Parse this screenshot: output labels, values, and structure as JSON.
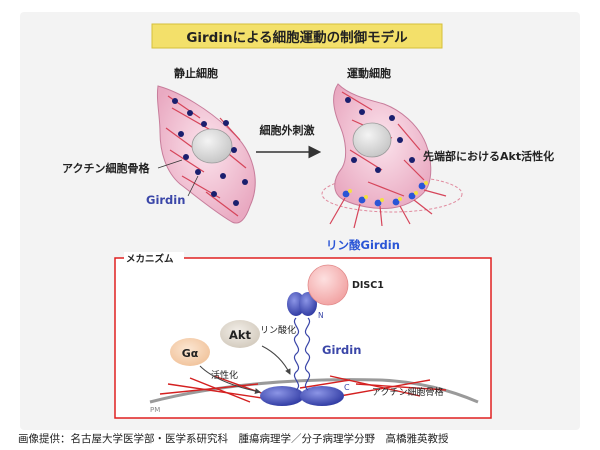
{
  "title": "Girdinによる細胞運動の制御モデル",
  "resting_cell": {
    "heading": "静止細胞",
    "actin_label": "アクチン細胞骨格",
    "girdin_label": "Girdin"
  },
  "stimulus_label": "細胞外刺激",
  "motile_cell": {
    "heading": "運動細胞",
    "akt_label": "先端部におけるAkt活性化",
    "phospho_label": "リン酸Girdin"
  },
  "mechanism": {
    "box_label": "メカニズム",
    "disc1": "DISC1",
    "akt": "Akt",
    "phos": "リン酸化",
    "galpha": "Gα",
    "activation": "活性化",
    "girdin": "Girdin",
    "n_term": "N",
    "c_term": "C",
    "actin_label": "アクチン細胞骨格",
    "pm": "PM"
  },
  "credit": "画像提供：名古屋大学医学部・医学系研究科　腫瘍病理学／分子病理学分野　高橋雅英教授",
  "colors": {
    "title_bg": "#f3e06a",
    "cell_pink": "#f0c6d6",
    "nucleus": "#d8d8d8",
    "dot_navy": "#1a1f6e",
    "girdin_blue": "#3a46a8",
    "phospho_blue": "#2a55d6",
    "mech_border": "#e02020",
    "actin_red": "#d42020",
    "disc1": "#f6b4b4"
  }
}
